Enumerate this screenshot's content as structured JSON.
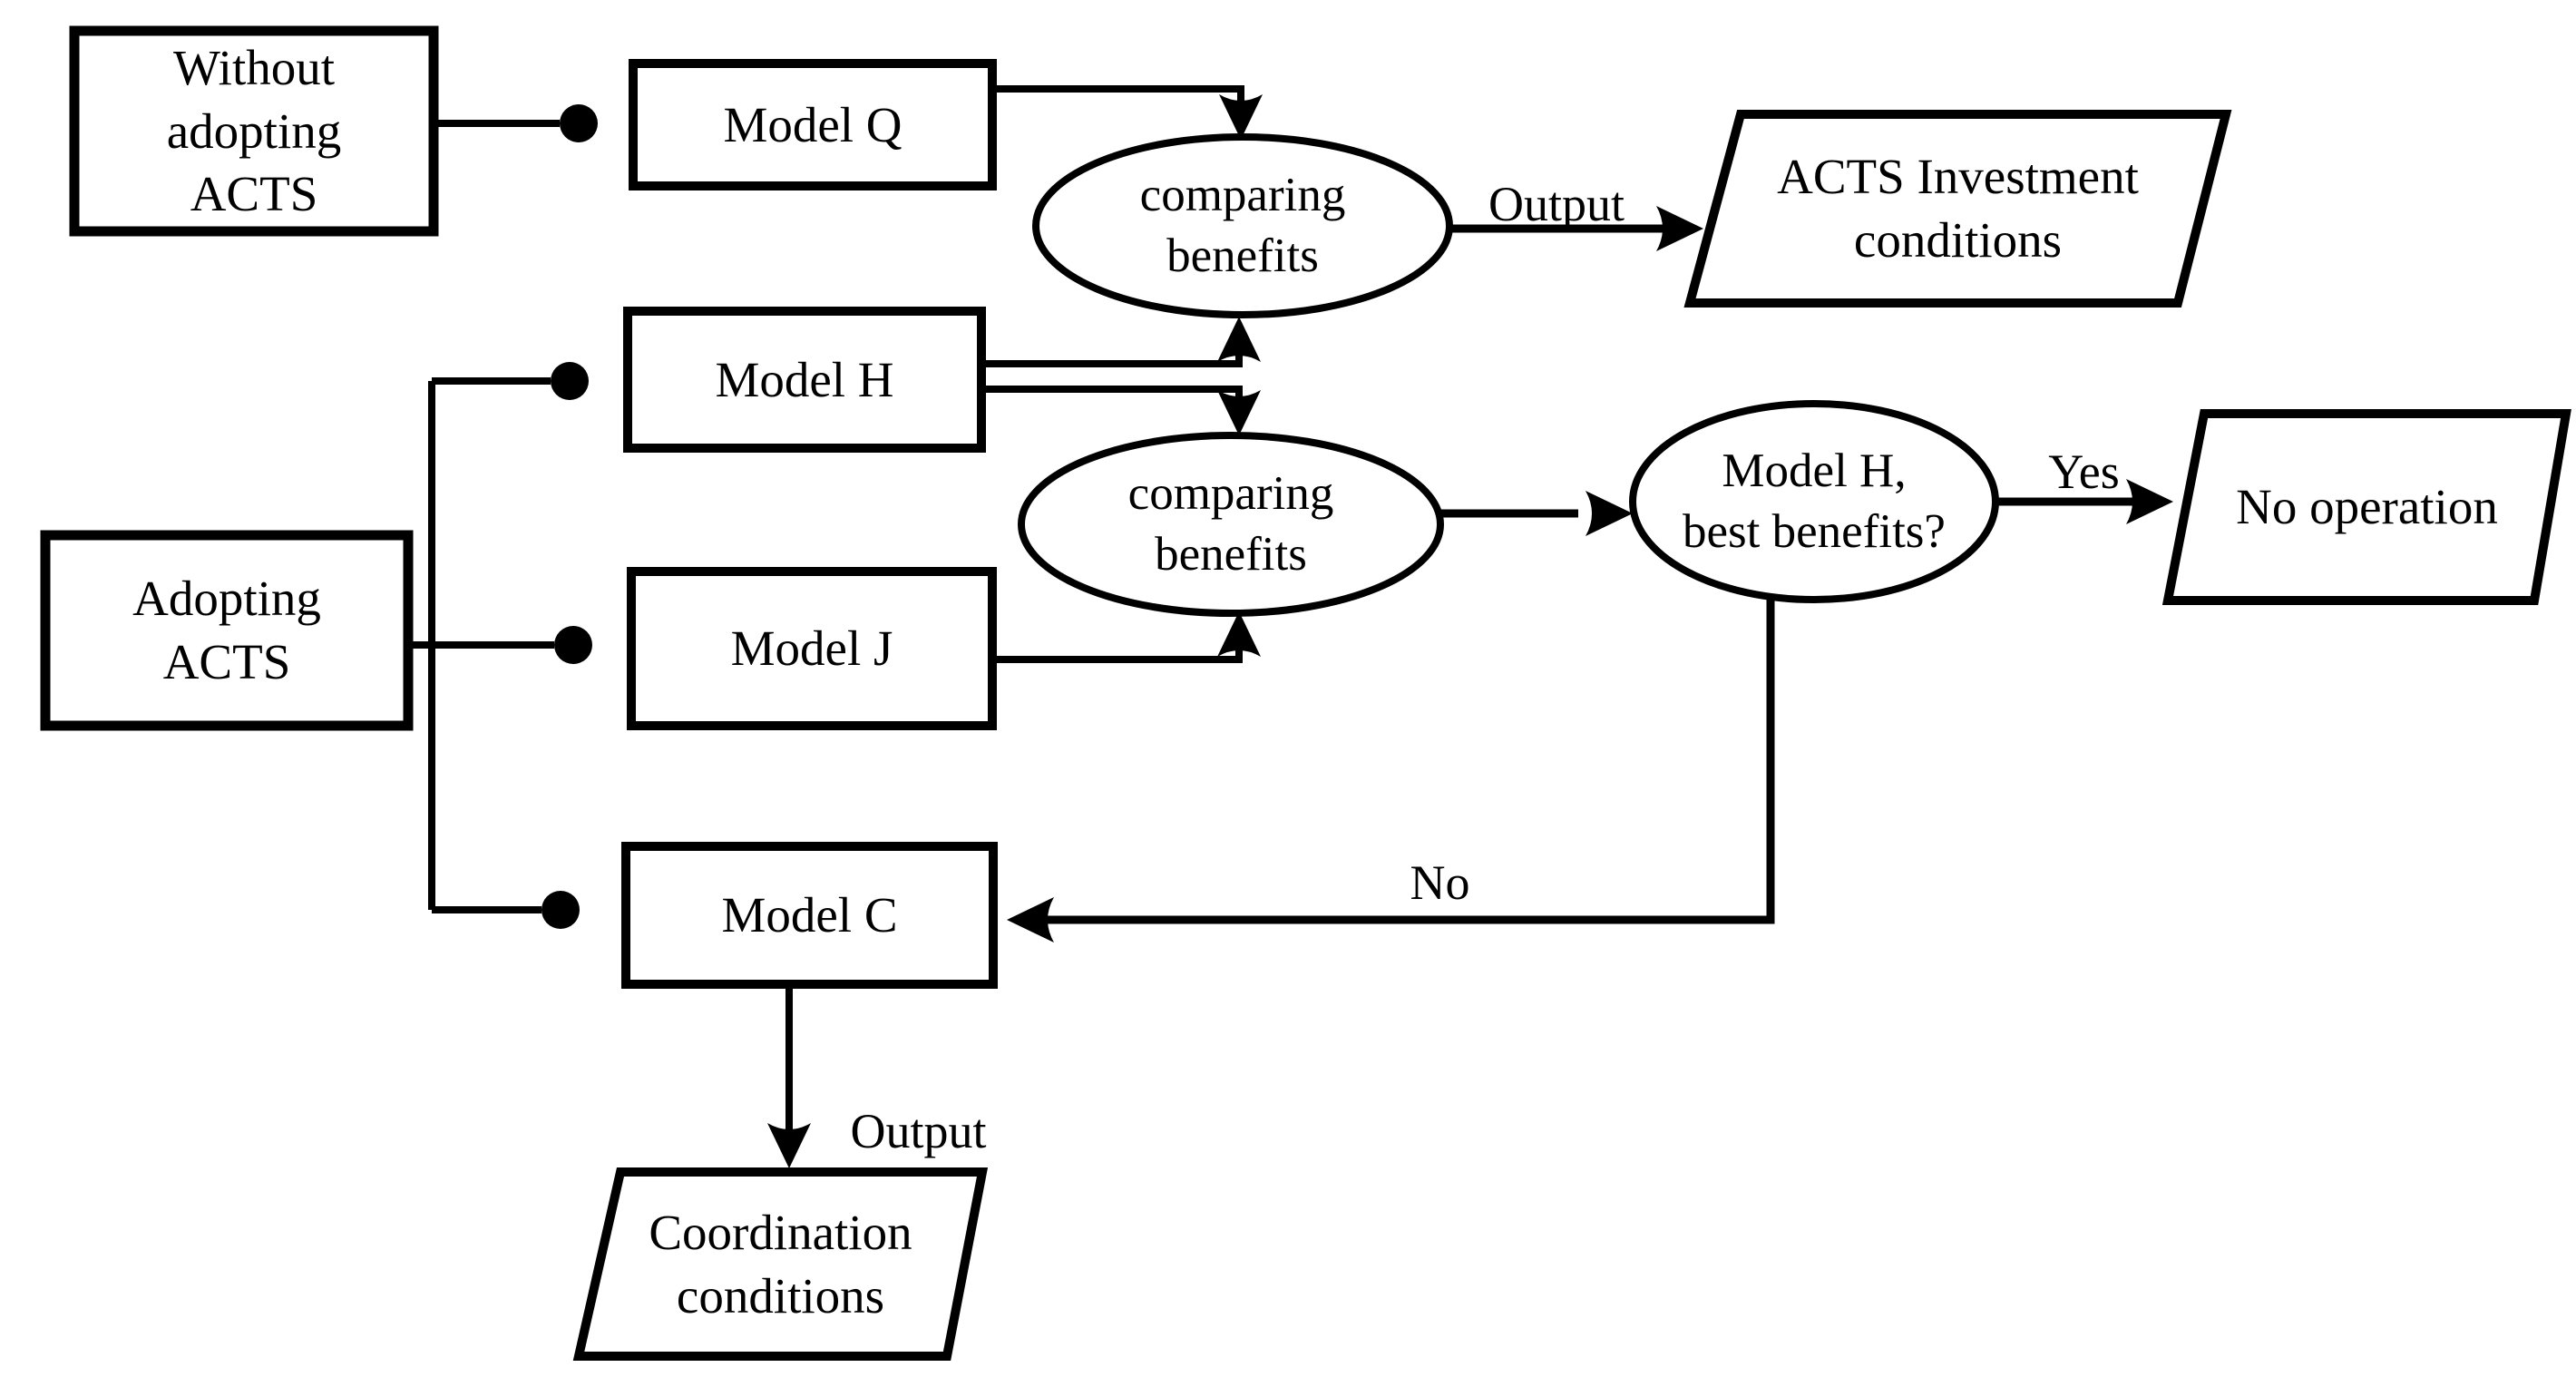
{
  "page": {
    "background_color": "#ffffff",
    "ink_color": "#000000"
  },
  "nodes": {
    "without_acts": {
      "shape": "rectangle",
      "lines": [
        "Without",
        "adopting",
        "ACTS"
      ]
    },
    "model_q": {
      "shape": "rectangle",
      "lines": [
        "Model Q"
      ]
    },
    "model_h": {
      "shape": "rectangle",
      "lines": [
        "Model H"
      ]
    },
    "adopting_acts": {
      "shape": "rectangle",
      "lines": [
        "Adopting",
        "ACTS"
      ]
    },
    "model_j": {
      "shape": "rectangle",
      "lines": [
        "Model J"
      ]
    },
    "model_c": {
      "shape": "rectangle",
      "lines": [
        "Model C"
      ]
    },
    "comparing_benefits_top": {
      "shape": "ellipse",
      "lines": [
        "comparing",
        "benefits"
      ]
    },
    "comparing_benefits_mid": {
      "shape": "ellipse",
      "lines": [
        "comparing",
        "benefits"
      ]
    },
    "decision_model_h": {
      "shape": "ellipse",
      "lines": [
        "Model H,",
        "best benefits?"
      ]
    },
    "acts_investment": {
      "shape": "parallelogram",
      "lines": [
        "ACTS Investment",
        "conditions"
      ]
    },
    "no_operation": {
      "shape": "parallelogram",
      "lines": [
        "No operation"
      ]
    },
    "coordination": {
      "shape": "parallelogram",
      "lines": [
        "Coordination",
        "conditions"
      ]
    }
  },
  "edge_labels": {
    "output_top": "Output",
    "yes": "Yes",
    "no": "No",
    "output_bottom": "Output"
  },
  "edges": [
    {
      "from": "without_acts",
      "to": "model_q",
      "connector": "dot"
    },
    {
      "from": "adopting_acts",
      "to": "model_h",
      "connector": "dot"
    },
    {
      "from": "adopting_acts",
      "to": "model_j",
      "connector": "dot"
    },
    {
      "from": "adopting_acts",
      "to": "model_c",
      "connector": "dot"
    },
    {
      "from": "model_q",
      "to": "comparing_benefits_top",
      "connector": "arrow"
    },
    {
      "from": "model_h",
      "to": "comparing_benefits_top",
      "connector": "arrow"
    },
    {
      "from": "model_h",
      "to": "comparing_benefits_mid",
      "connector": "arrow"
    },
    {
      "from": "model_j",
      "to": "comparing_benefits_mid",
      "connector": "arrow"
    },
    {
      "from": "comparing_benefits_top",
      "to": "acts_investment",
      "label": "Output",
      "connector": "arrow"
    },
    {
      "from": "comparing_benefits_mid",
      "to": "decision_model_h",
      "connector": "arrow"
    },
    {
      "from": "decision_model_h",
      "to": "no_operation",
      "label": "Yes",
      "connector": "arrow"
    },
    {
      "from": "decision_model_h",
      "to": "model_c",
      "label": "No",
      "connector": "arrow"
    },
    {
      "from": "model_c",
      "to": "coordination",
      "label": "Output",
      "connector": "arrow"
    }
  ]
}
